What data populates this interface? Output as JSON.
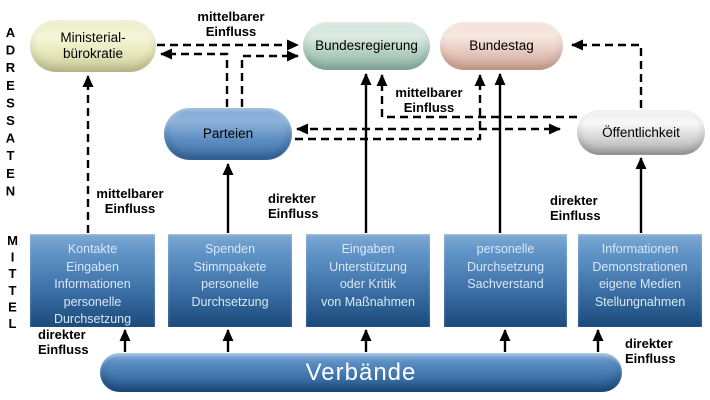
{
  "diagram": {
    "axis": {
      "adressaten": "ADRESSATEN",
      "mittel": "MITTEL"
    },
    "adressaten_nodes": {
      "ministerialbuerokratie": {
        "line1": "Ministerial-",
        "line2": "bürokratie",
        "color": "#eff0c9"
      },
      "bundesregierung": {
        "label": "Bundesregierung",
        "color": "#c0dad0"
      },
      "bundestag": {
        "label": "Bundestag",
        "color": "#f0dad1"
      },
      "parteien": {
        "label": "Parteien",
        "color": "#6697c9"
      },
      "oeffentlichkeit": {
        "label": "Öffentlichkeit",
        "color": "#e0e0e0"
      }
    },
    "mittel_boxes": [
      {
        "lines": [
          "Kontakte",
          "Eingaben",
          "Informationen",
          "personelle",
          "Durchsetzung"
        ],
        "color": "#3f72a8"
      },
      {
        "lines": [
          "Spenden",
          "Stimmpakete",
          "personelle",
          "Durchsetzung"
        ],
        "color": "#3f72a8"
      },
      {
        "lines": [
          "Eingaben",
          "Unterstützung",
          "oder Kritik",
          "von Maßnahmen"
        ],
        "color": "#3f72a8"
      },
      {
        "lines": [
          "personelle",
          "Durchsetzung",
          "Sachverstand"
        ],
        "color": "#3f72a8"
      },
      {
        "lines": [
          "Informationen",
          "Demonstrationen",
          "eigene Medien",
          "Stellungnahmen"
        ],
        "color": "#3f72a8"
      }
    ],
    "verbaende": {
      "label": "Verbände",
      "color": "#4a80b8"
    },
    "labels": {
      "mittelbar_top": {
        "line1": "mittelbarer",
        "line2": "Einfluss"
      },
      "mittelbar_mid": {
        "line1": "mittelbarer",
        "line2": "Einfluss"
      },
      "mittelbar_left": {
        "line1": "mittelbarer",
        "line2": "Einfluss"
      },
      "direkt_center": {
        "line1": "direkter",
        "line2": "Einfluss"
      },
      "direkt_right": {
        "line1": "direkter",
        "line2": "Einfluss"
      },
      "direkt_bottom_left": {
        "line1": "direkter",
        "line2": "Einfluss"
      },
      "direkt_bottom_right": {
        "line1": "direkter",
        "line2": "Einfluss"
      }
    },
    "arrow_color": "#000000"
  }
}
